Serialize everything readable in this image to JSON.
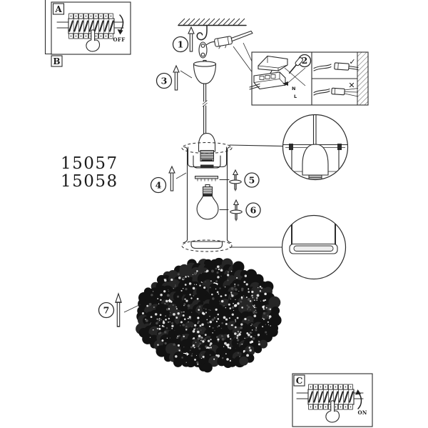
{
  "page": {
    "background": "#ffffff",
    "line_color": "#2b2b2b"
  },
  "product": {
    "model_1": "15057",
    "model_2": "15058"
  },
  "section_labels": {
    "a": "A",
    "b": "B",
    "c": "C"
  },
  "step_badges": {
    "s1": "1",
    "s2": "2",
    "s3": "3",
    "s4": "4",
    "s5": "5",
    "s6": "6",
    "s7": "7"
  },
  "power_switch": {
    "off_label": "OFF",
    "on_label": "ON"
  },
  "wiring": {
    "neutral_label": "N",
    "live_label": "L",
    "correct_mark": "✓",
    "wrong_mark": "✕"
  }
}
